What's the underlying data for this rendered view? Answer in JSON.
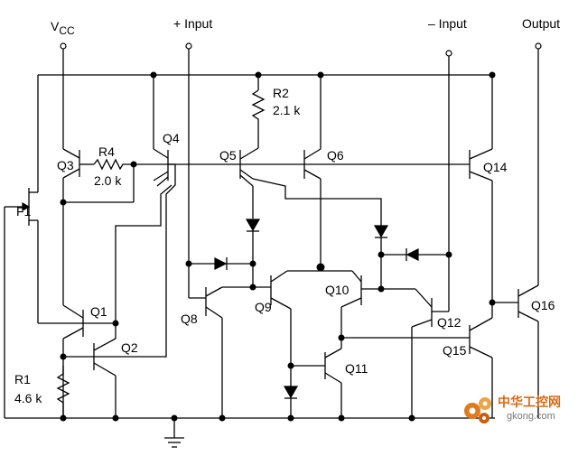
{
  "labels": {
    "vcc": "V",
    "vcc_sub": "CC",
    "plus_input": "+ Input",
    "minus_input": "– Input",
    "output": "Output",
    "r2": "R2",
    "r2_val": "2.1 k",
    "r4": "R4",
    "r4_val": "2.0 k",
    "r1": "R1",
    "r1_val": "4.6 k",
    "f1": "F1",
    "q1": "Q1",
    "q2": "Q2",
    "q3": "Q3",
    "q4": "Q4",
    "q5": "Q5",
    "q6": "Q6",
    "q8": "Q8",
    "q9": "Q9",
    "q10": "Q10",
    "q11": "Q11",
    "q12": "Q12",
    "q14": "Q14",
    "q15": "Q15",
    "q16": "Q16"
  },
  "watermark": {
    "text": "中华工控网",
    "sub": "gkong.com"
  },
  "colors": {
    "ink": "#000000",
    "watermark": "#d66a16"
  }
}
